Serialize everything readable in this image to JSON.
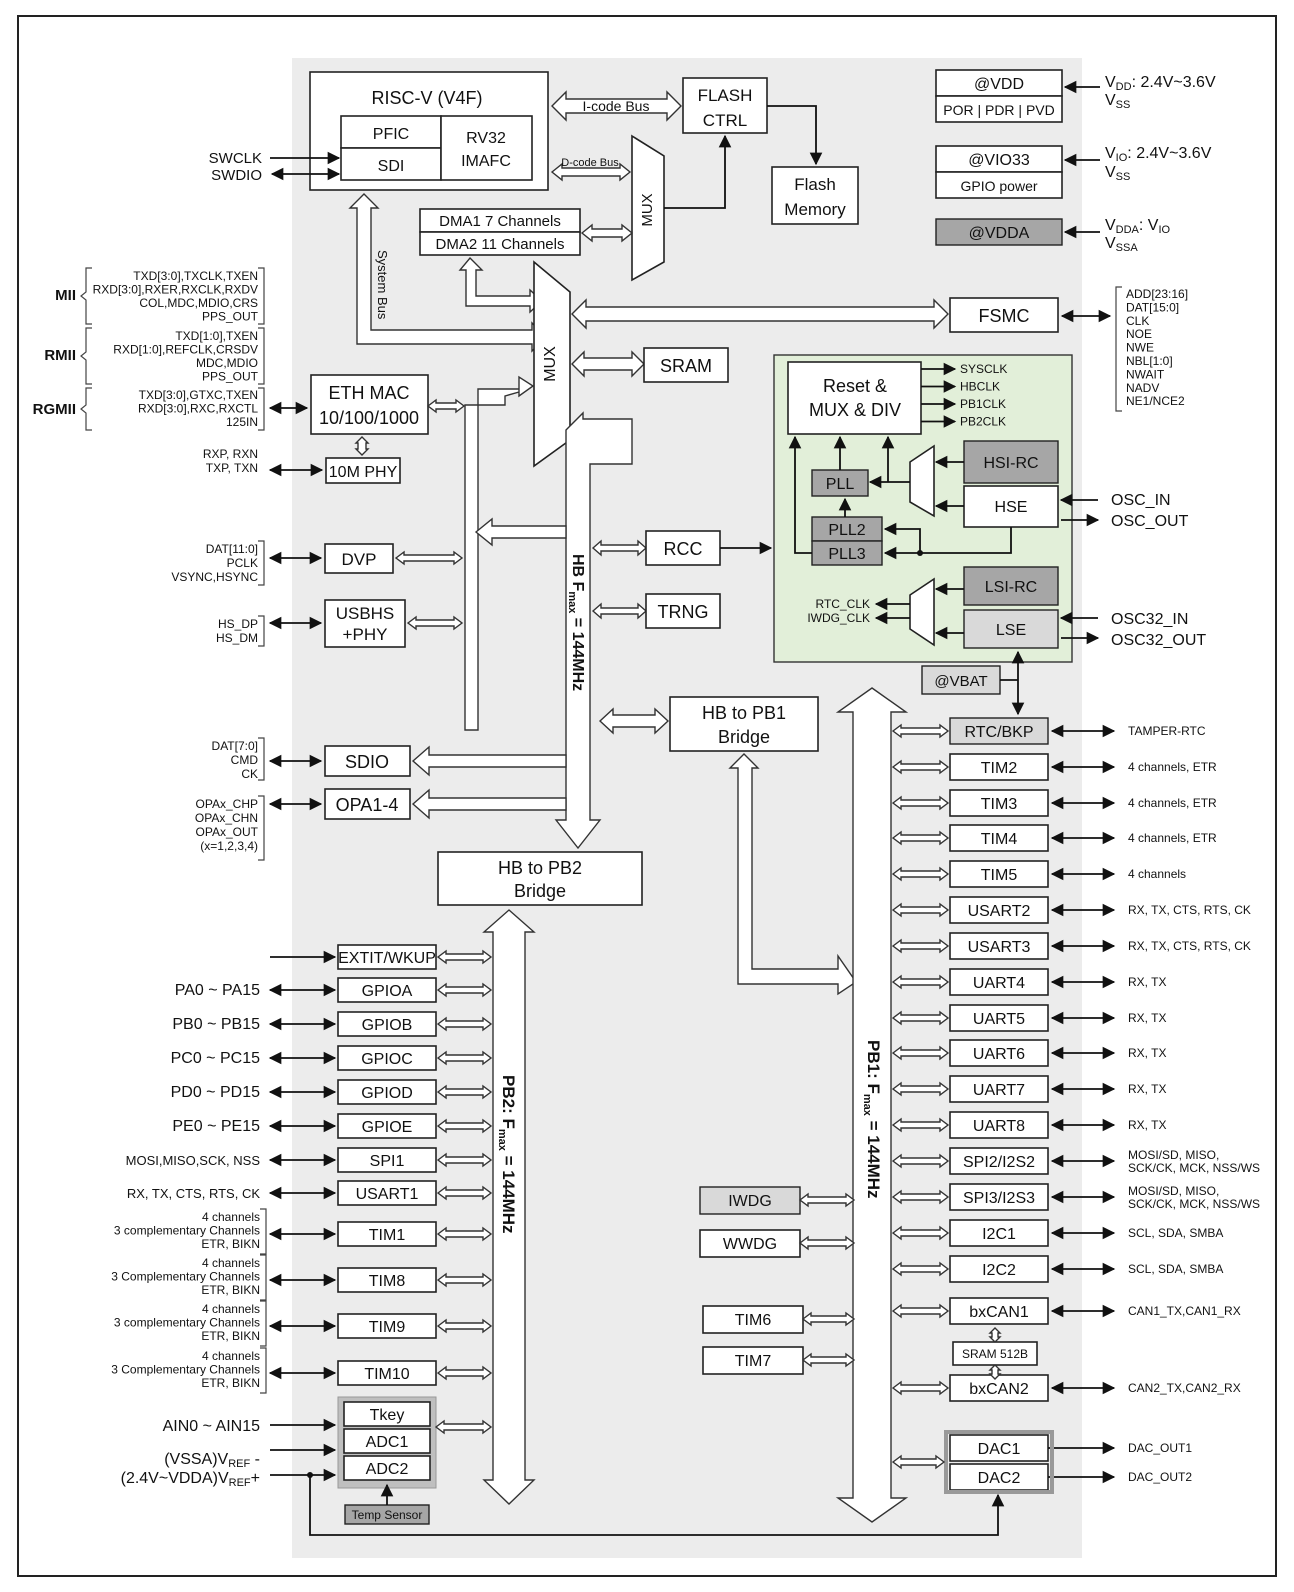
{
  "core": {
    "cpu": "RISC-V  (V4F)",
    "pfic": "PFIC",
    "sdi": "SDI",
    "rv32a": "RV32",
    "rv32b": "IMAFC",
    "icode": "I-code Bus",
    "dcode": "D-code Bus",
    "flashctrl_a": "FLASH",
    "flashctrl_b": "CTRL",
    "flashmem_a": "Flash",
    "flashmem_b": "Memory",
    "mux": "MUX",
    "sysbus": "System Bus",
    "dma1": "DMA1  7 Channels",
    "dma2": "DMA2  11 Channels",
    "swclk": "SWCLK",
    "swdio": "SWDIO"
  },
  "power": {
    "vdd": "@VDD",
    "pordr": "POR | PDR | PVD",
    "vio33": "@VIO33",
    "gpiopower": "GPIO power",
    "vdda": "@VDDA",
    "vbat": "@VBAT",
    "vdd_r1": "V",
    "vdd_r1s": "DD",
    "vdd_r1b": ": 2.4V~3.6V",
    "vss": "V",
    "vss_s": "SS",
    "vio_r1s": "IO",
    "vio_r1b": ": 2.4V~3.6V",
    "vdda_r1s": "DDA",
    "vdda_r1b": ": V",
    "vdda_r1c": "IO",
    "vssa_s": "SSA"
  },
  "hb": {
    "mux": "MUX",
    "sram": "SRAM",
    "fsmc": "FSMC",
    "rcc": "RCC",
    "trng": "TRNG",
    "bus": "HB  F",
    "bus_sub": "max",
    "bus_end": " = 144MHz"
  },
  "fsmc_pins": [
    "ADD[23:16]",
    "DAT[15:0]",
    "CLK",
    "NOE",
    "NWE",
    "NBL[1:0]",
    "NWAIT",
    "NADV",
    "NE1/NCE2"
  ],
  "eth": {
    "mac_a": "ETH MAC",
    "mac_b": "10/100/1000",
    "phy": "10M PHY",
    "mii": "MII",
    "rmii": "RMII",
    "rgmii": "RGMII",
    "mii_pins": [
      "TXD[3:0],TXCLK,TXEN",
      "RXD[3:0],RXER,RXCLK,RXDV",
      "COL,MDC,MDIO,CRS",
      "PPS_OUT"
    ],
    "rmii_pins": [
      "TXD[1:0],TXEN",
      "RXD[1:0],REFCLK,CRSDV",
      "MDC,MDIO",
      "PPS_OUT"
    ],
    "rgmii_pins": [
      "TXD[3:0],GTXC,TXEN",
      "RXD[3:0],RXC,RXCTL",
      "125IN"
    ],
    "phy_pins": [
      "RXP, RXN",
      "TXP, TXN"
    ]
  },
  "left_periph": {
    "dvp": "DVP",
    "dvp_pins": [
      "DAT[11:0]",
      "PCLK",
      "VSYNC,HSYNC"
    ],
    "usbhs_a": "USBHS",
    "usbhs_b": "+PHY",
    "usbhs_pins": [
      "HS_DP",
      "HS_DM"
    ],
    "sdio": "SDIO",
    "sdio_pins": [
      "DAT[7:0]",
      "CMD",
      "CK"
    ],
    "opa": "OPA1-4",
    "opa_pins": [
      "OPAx_CHP",
      "OPAx_CHN",
      "OPAx_OUT",
      "(x=1,2,3,4)"
    ]
  },
  "clock": {
    "reset_a": "Reset &",
    "reset_b": "MUX & DIV",
    "outs": [
      "SYSCLK",
      "HBCLK",
      "PB1CLK",
      "PB2CLK"
    ],
    "pll": "PLL",
    "pll2": "PLL2",
    "pll3": "PLL3",
    "hsi": "HSI-RC",
    "hse": "HSE",
    "lsi": "LSI-RC",
    "lse": "LSE",
    "rtcclk": "RTC_CLK",
    "iwdgclk": "IWDG_CLK",
    "osc_in": "OSC_IN",
    "osc_out": "OSC_OUT",
    "osc32_in": "OSC32_IN",
    "osc32_out": "OSC32_OUT"
  },
  "bridges": {
    "pb1_a": "HB to PB1",
    "pb1_b": "Bridge",
    "pb2_a": "HB to PB2",
    "pb2_b": "Bridge"
  },
  "pb1": {
    "bus": "PB1:  F",
    "bus_sub": "max",
    "bus_end": " = 144MHz",
    "items": [
      {
        "name": "RTC/BKP",
        "sig": "TAMPER-RTC"
      },
      {
        "name": "TIM2",
        "sig": "4 channels, ETR"
      },
      {
        "name": "TIM3",
        "sig": "4 channels, ETR"
      },
      {
        "name": "TIM4",
        "sig": "4 channels, ETR"
      },
      {
        "name": "TIM5",
        "sig": "4 channels"
      },
      {
        "name": "USART2",
        "sig": "RX, TX, CTS, RTS, CK"
      },
      {
        "name": "USART3",
        "sig": "RX, TX, CTS, RTS, CK"
      },
      {
        "name": "UART4",
        "sig": "RX, TX"
      },
      {
        "name": "UART5",
        "sig": "RX, TX"
      },
      {
        "name": "UART6",
        "sig": "RX, TX"
      },
      {
        "name": "UART7",
        "sig": "RX, TX"
      },
      {
        "name": "UART8",
        "sig": "RX, TX"
      },
      {
        "name": "SPI2/I2S2",
        "sig": "MOSI/SD, MISO,",
        "sig2": "SCK/CK, MCK, NSS/WS"
      },
      {
        "name": "SPI3/I2S3",
        "sig": "MOSI/SD, MISO,",
        "sig2": "SCK/CK, MCK, NSS/WS"
      },
      {
        "name": "I2C1",
        "sig": "SCL, SDA, SMBA"
      },
      {
        "name": "I2C2",
        "sig": "SCL, SDA, SMBA"
      },
      {
        "name": "bxCAN1",
        "sig": "CAN1_TX,CAN1_RX"
      },
      {
        "name": "bxCAN2",
        "sig": "CAN2_TX,CAN2_RX"
      },
      {
        "name": "DAC1",
        "sig": "DAC_OUT1"
      },
      {
        "name": "DAC2",
        "sig": "DAC_OUT2"
      }
    ],
    "sram512": "SRAM 512B",
    "iwdg": "IWDG",
    "wwdg": "WWDG",
    "tim6": "TIM6",
    "tim7": "TIM7"
  },
  "pb2": {
    "bus": "PB2:  F",
    "bus_sub": "max",
    "bus_end": " = 144MHz",
    "items": [
      {
        "name": "EXTIT/WKUP",
        "pins": []
      },
      {
        "name": "GPIOA",
        "pins": [
          "PA0 ~ PA15"
        ]
      },
      {
        "name": "GPIOB",
        "pins": [
          "PB0 ~ PB15"
        ]
      },
      {
        "name": "GPIOC",
        "pins": [
          "PC0 ~ PC15"
        ]
      },
      {
        "name": "GPIOD",
        "pins": [
          "PD0 ~ PD15"
        ]
      },
      {
        "name": "GPIOE",
        "pins": [
          "PE0 ~ PE15"
        ]
      },
      {
        "name": "SPI1",
        "pins": [
          "MOSI,MISO,SCK, NSS"
        ]
      },
      {
        "name": "USART1",
        "pins": [
          "RX, TX, CTS, RTS, CK"
        ]
      },
      {
        "name": "TIM1",
        "pins": [
          "4 channels",
          "3 complementary Channels",
          "ETR, BIKN"
        ]
      },
      {
        "name": "TIM8",
        "pins": [
          "4 channels",
          "3 Complementary Channels",
          "ETR, BIKN"
        ]
      },
      {
        "name": "TIM9",
        "pins": [
          "4 channels",
          "3 complementary Channels",
          "ETR, BIKN"
        ]
      },
      {
        "name": "TIM10",
        "pins": [
          "4 channels",
          "3 Complementary Channels",
          "ETR, BIKN"
        ]
      }
    ],
    "tkey": "Tkey",
    "adc1": "ADC1",
    "adc2": "ADC2",
    "temp": "Temp Sensor",
    "ain": "AIN0 ~ AIN15",
    "vref1": "(VSSA)V",
    "vref1s": "REF",
    "vref1e": " -",
    "vref2": "(2.4V~VDDA)V",
    "vref2s": "REF",
    "vref2e": "+"
  }
}
